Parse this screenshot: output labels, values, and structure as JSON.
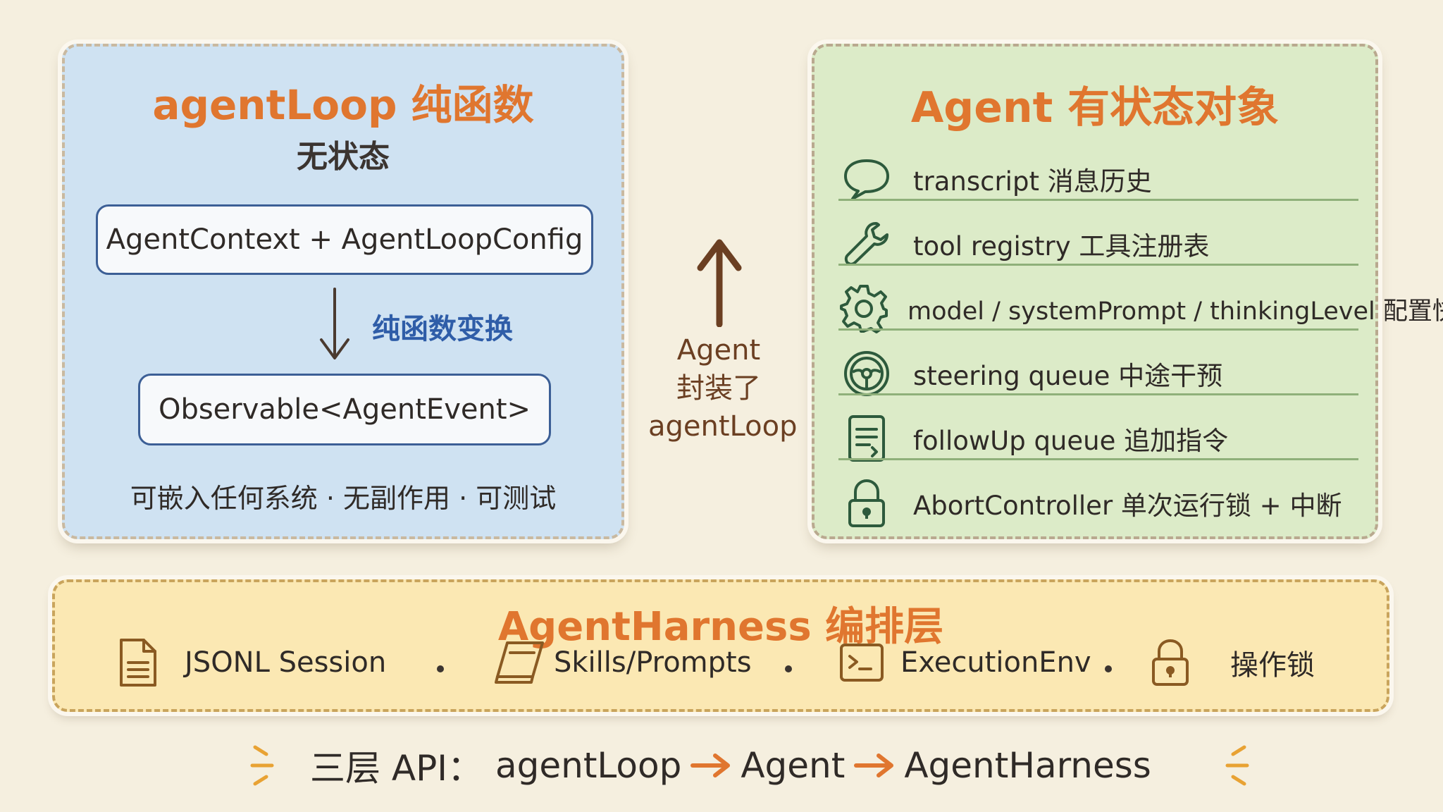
{
  "left_panel": {
    "title": "agentLoop 纯函数",
    "subtitle": "无状态",
    "input_box": "AgentContext + AgentLoopConfig",
    "transform_label": "纯函数变换",
    "output_box": "Observable<AgentEvent>",
    "footer": "可嵌入任何系统 · 无副作用 · 可测试"
  },
  "middle": {
    "line1": "Agent",
    "line2": "封装了",
    "line3": "agentLoop"
  },
  "right_panel": {
    "title": "Agent 有状态对象",
    "rows": [
      {
        "icon": "speech-bubble-icon",
        "label": "transcript 消息历史"
      },
      {
        "icon": "wrench-icon",
        "label": "tool registry 工具注册表"
      },
      {
        "icon": "gear-icon",
        "label": "model / systemPrompt / thinkingLevel 配置快照"
      },
      {
        "icon": "steering-wheel-icon",
        "label": "steering queue 中途干预"
      },
      {
        "icon": "document-list-icon",
        "label": "followUp queue 追加指令"
      },
      {
        "icon": "lock-icon",
        "label": "AbortController 单次运行锁 + 中断"
      }
    ]
  },
  "bottom_panel": {
    "title": "AgentHarness 编排层",
    "items": [
      {
        "icon": "document-icon",
        "label": "JSONL Session"
      },
      {
        "icon": "book-icon",
        "label": "Skills/Prompts"
      },
      {
        "icon": "terminal-icon",
        "label": "ExecutionEnv"
      },
      {
        "icon": "lock-icon",
        "label": "操作锁"
      }
    ]
  },
  "footer": {
    "prefix": "三层 API：",
    "step1": "agentLoop",
    "step2": "Agent",
    "step3": "AgentHarness"
  },
  "colors": {
    "title_orange": "#e0762f",
    "accent_blue": "#2f5da8",
    "arrow_brown": "#6b3f22",
    "left_bg": "#cfe2f2",
    "right_bg": "#dcebc8",
    "bottom_bg": "#fbe8b3"
  }
}
